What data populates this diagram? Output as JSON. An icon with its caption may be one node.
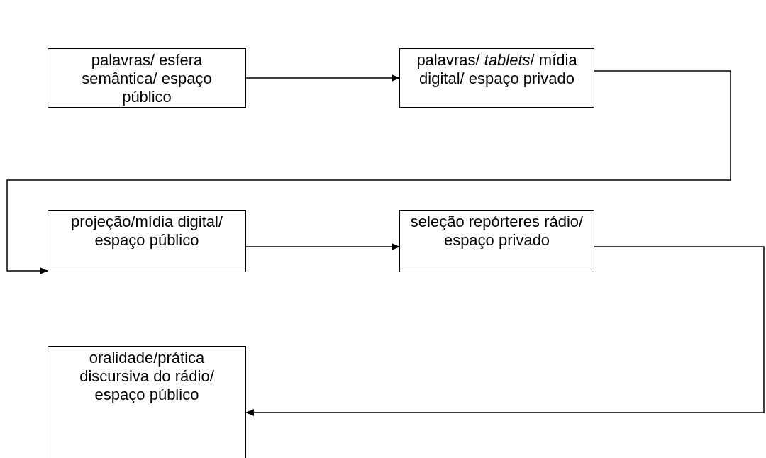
{
  "diagram": {
    "nodes": [
      {
        "text": [
          "palavras/ esfera semântica/ espaço público"
        ]
      },
      {
        "text": [
          "palavras/ *tablets*/ mídia digital/ espaço privado"
        ]
      },
      {
        "text": [
          "projeção/mídia digital/ espaço público"
        ]
      },
      {
        "text": [
          "seleção repórteres rádio/ espaço privado"
        ]
      },
      {
        "text": [
          "oralidade/prática discursiva do rádio/ espaço público"
        ]
      }
    ],
    "edges": [
      {
        "from": 0,
        "to": 1,
        "arrow": "to"
      },
      {
        "from": 1,
        "to": 2,
        "arrow": "to"
      },
      {
        "from": 2,
        "to": 3,
        "arrow": "to"
      },
      {
        "from": 3,
        "to": 4,
        "arrow": "to"
      }
    ]
  }
}
